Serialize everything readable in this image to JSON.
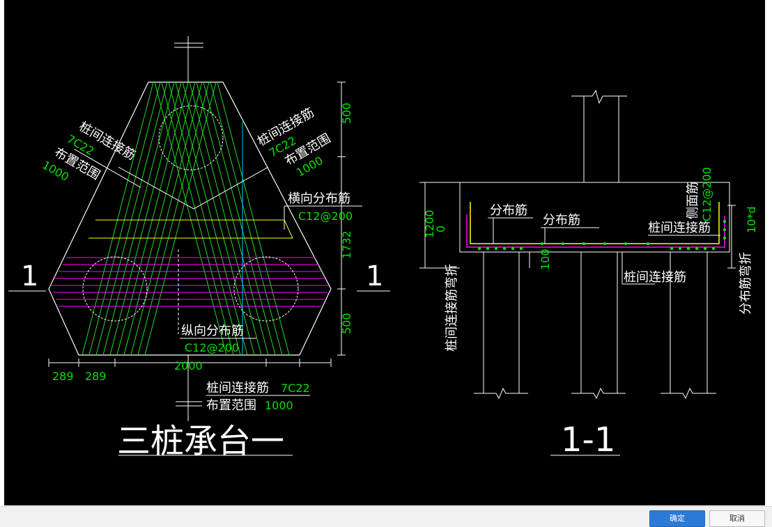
{
  "plan": {
    "title": "三桩承台一",
    "section_mark": "1",
    "label_tl_name": "桩间连接筋",
    "label_tl_spec": "7C22",
    "label_tl_range": "布置范围",
    "label_tl_range_val": "1000",
    "label_tr_name": "桩间连接筋",
    "label_tr_spec": "7C22",
    "label_tr_range": "布置范围",
    "label_tr_range_val": "1000",
    "label_horiz_name": "横向分布筋",
    "label_horiz_spec": "C12@200",
    "label_long_name": "纵向分布筋",
    "label_long_spec": "C12@200",
    "label_bottom_name": "桩间连接筋",
    "label_bottom_spec": "7C22",
    "label_bottom_range": "布置范围",
    "label_bottom_range_val": "1000",
    "dim_top": "500",
    "dim_mid": "1732",
    "dim_bot": "500",
    "dim_w1": "289",
    "dim_w2": "289",
    "dim_w_total": "2000"
  },
  "section": {
    "title": "1-1",
    "dim_height": "1200",
    "dim_zero": "0",
    "dim_embed": "100",
    "label_dist1": "分布筋",
    "label_dist2": "分布筋",
    "label_link": "桩间连接筋",
    "label_link2": "桩间连接筋",
    "label_side": "侧面筋",
    "label_side_spec": "C12@200",
    "label_left_bend": "桩间连接筋弯折",
    "label_right_bend": "分布筋弯折",
    "label_right_bend_val": "10*d"
  },
  "footer": {
    "ok_label": "确定",
    "cancel_label": "取消"
  },
  "colors": {
    "background": "#000000",
    "line": "#ffffff",
    "green_rebar": "#22dd22",
    "dim_text": "#00e000",
    "magenta": "#ff00ff",
    "yellow": "#ffff00",
    "cyan": "#00c8ff"
  }
}
